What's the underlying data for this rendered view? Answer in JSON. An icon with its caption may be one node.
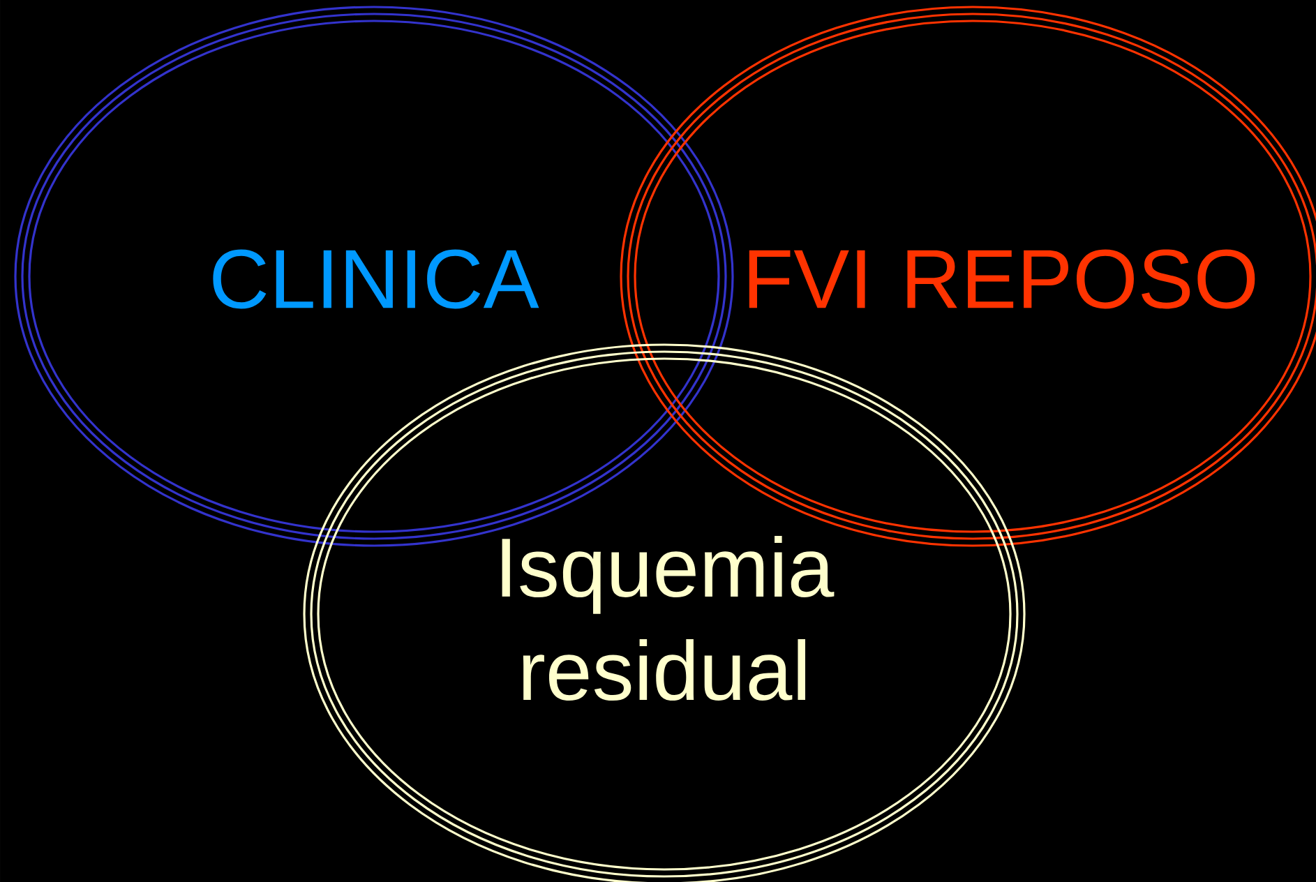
{
  "diagram": {
    "nodes": [
      {
        "text": [
          "CLINICA"
        ]
      },
      {
        "text": [
          "FVI REPOSO"
        ]
      },
      {
        "text": [
          "Isquemia residual"
        ]
      }
    ]
  }
}
